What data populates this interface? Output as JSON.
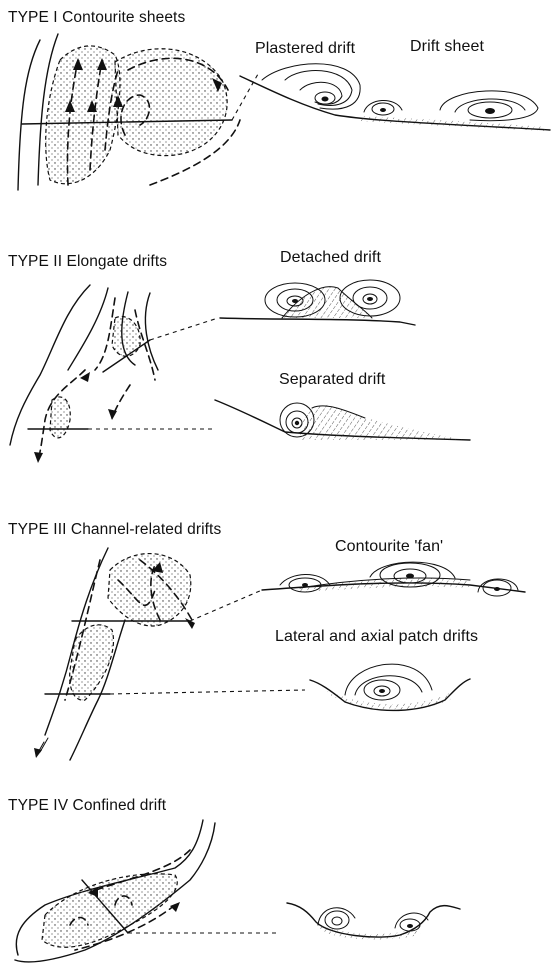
{
  "panels": [
    {
      "title": "TYPE I Contourite sheets",
      "labels": [
        "Plastered drift",
        "Drift sheet"
      ]
    },
    {
      "title": "TYPE II Elongate drifts",
      "labels": [
        "Detached drift",
        "Separated drift"
      ]
    },
    {
      "title": "TYPE III Channel-related drifts",
      "labels": [
        "Contourite 'fan'",
        "Lateral and axial patch drifts"
      ]
    },
    {
      "title": "TYPE IV Confined drift",
      "labels": []
    }
  ]
}
